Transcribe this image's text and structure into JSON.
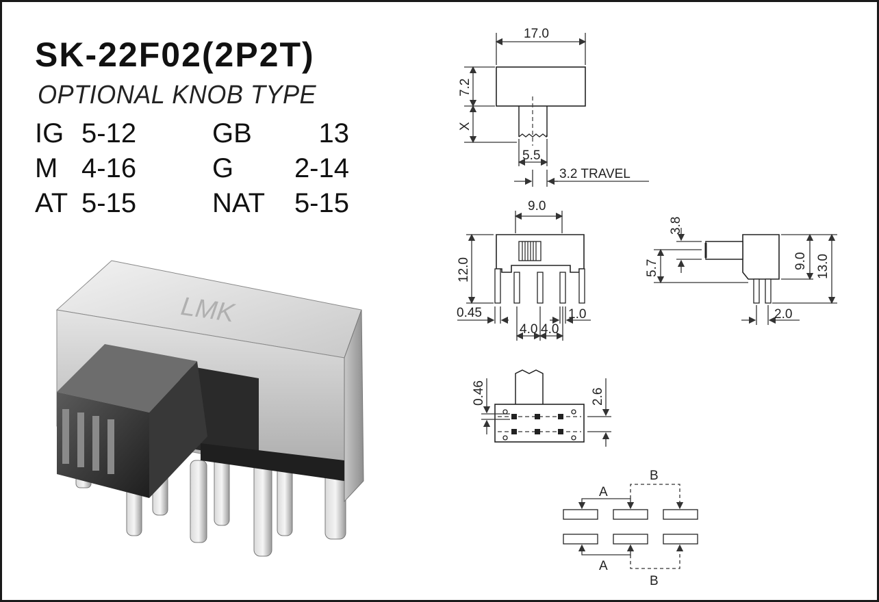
{
  "product": {
    "model": "SK-22F02(2P2T)",
    "subtitle": "OPTIONAL KNOB TYPE",
    "brand_mark": "LMK"
  },
  "knob_options": [
    {
      "code": "IG",
      "range": "5-12"
    },
    {
      "code": "GB",
      "range": "13"
    },
    {
      "code": "M",
      "range": "4-16"
    },
    {
      "code": "G",
      "range": "2-14"
    },
    {
      "code": "AT",
      "range": "5-15"
    },
    {
      "code": "NAT",
      "range": "5-15"
    }
  ],
  "dimensions": {
    "top_view": {
      "width": "17.0",
      "height": "7.2",
      "knob_height": "X",
      "knob_width": "5.5",
      "travel": "3.2  TRAVEL"
    },
    "front_view": {
      "width": "9.0",
      "height": "12.0",
      "pin_thickness": "0.45",
      "pin_width": "1.0",
      "pitch_1": "4.0",
      "pitch_2": "4.0"
    },
    "side_view": {
      "knob_thickness": "3.8",
      "knob_offset": "5.7",
      "body_height": "9.0",
      "total_height": "13.0",
      "pin_spacing": "2.0"
    },
    "bottom_view": {
      "hole": "0.46",
      "row_spacing": "2.6"
    }
  },
  "circuit": {
    "label_a": "A",
    "label_b": "B"
  },
  "colors": {
    "ink": "#111111",
    "line": "#333333",
    "background": "#ffffff"
  }
}
